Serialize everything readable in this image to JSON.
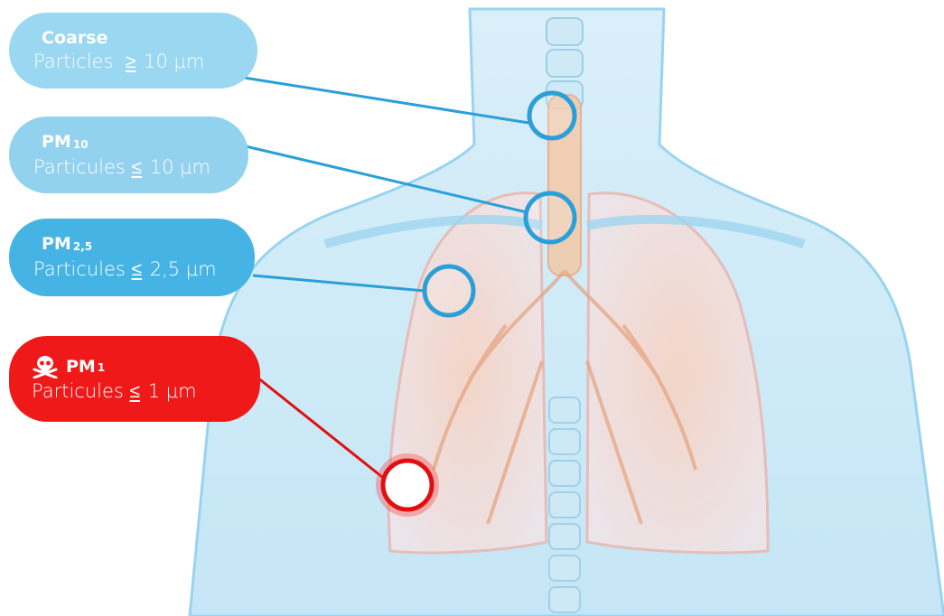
{
  "labels": {
    "coarse": {
      "title": "Coarse",
      "text": "Particles",
      "symbol": "≥",
      "value": "10 μm"
    },
    "pm10": {
      "title": "PM",
      "sub": "10",
      "text": "Particules",
      "symbol": "≤",
      "value": "10 μm"
    },
    "pm25": {
      "title": "PM",
      "sub": "2,5",
      "text": "Particules",
      "symbol": "≤",
      "value": "2,5 μm"
    },
    "pm1": {
      "title": "PM",
      "sub": "1",
      "text": "Particules",
      "symbol": "≤",
      "value": "1 μm"
    }
  },
  "icons": {
    "pm1": "skull-crossbones-icon"
  },
  "colors": {
    "coarse": "#9ad7f1",
    "pm10": "#93d2ee",
    "pm25": "#45b4e5",
    "pm1": "#f01919",
    "leader_blue": "#2a9fd8",
    "leader_red": "#e01010"
  }
}
